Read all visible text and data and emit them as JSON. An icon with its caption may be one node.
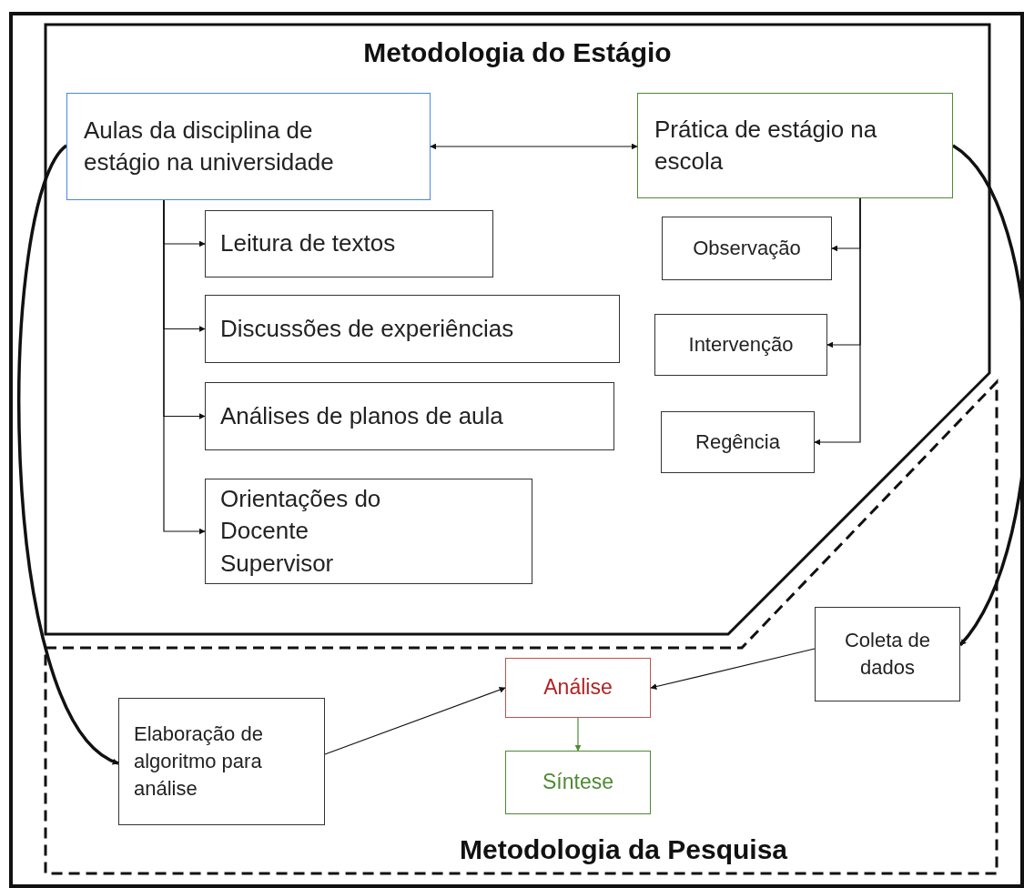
{
  "diagram": {
    "nodes": [
      {
        "text": [
          "Metodologia do Estágio"
        ]
      },
      {
        "text": [
          "Aulas da disciplina de estágio na universidade"
        ],
        "in": 0
      },
      {
        "text": [
          "Prática de estágio na escola"
        ],
        "in": 0
      },
      {
        "text": [
          "Leitura de textos"
        ],
        "in": 0
      },
      {
        "text": [
          "Discussões de experiências"
        ],
        "in": 0
      },
      {
        "text": [
          "Análises de planos de aula"
        ],
        "in": 0
      },
      {
        "text": [
          "Orientações do Docente Supervisor"
        ],
        "in": 0
      },
      {
        "text": [
          "Observação"
        ],
        "in": 0
      },
      {
        "text": [
          "Intervenção"
        ],
        "in": 0
      },
      {
        "text": [
          "Regência"
        ],
        "in": 0
      },
      {
        "text": [
          "Metodologia da Pesquisa"
        ]
      },
      {
        "text": [
          "Coleta de dados"
        ],
        "in": 10
      },
      {
        "text": [
          "Análise"
        ],
        "in": 10
      },
      {
        "text": [
          "Síntese"
        ],
        "in": 10
      },
      {
        "text": [
          "Elaboração de algoritmo para análise"
        ],
        "in": 10
      }
    ],
    "edges": [
      {
        "from": 1,
        "to": 2,
        "arrow": "both"
      },
      {
        "from": 1,
        "to": 3,
        "arrow": "to"
      },
      {
        "from": 1,
        "to": 4,
        "arrow": "to"
      },
      {
        "from": 1,
        "to": 5,
        "arrow": "to"
      },
      {
        "from": 1,
        "to": 6,
        "arrow": "to"
      },
      {
        "from": 2,
        "to": 7,
        "arrow": "to"
      },
      {
        "from": 2,
        "to": 8,
        "arrow": "to"
      },
      {
        "from": 2,
        "to": 9,
        "arrow": "to"
      },
      {
        "from": 1,
        "to": 14,
        "arrow": "to",
        "style": "thick"
      },
      {
        "from": 2,
        "to": 11,
        "arrow": "to",
        "style": "thick"
      },
      {
        "from": 11,
        "to": 12,
        "arrow": "to"
      },
      {
        "from": 14,
        "to": 12,
        "arrow": "to"
      },
      {
        "from": 12,
        "to": 13,
        "arrow": "to",
        "color": "#4e8a32"
      }
    ]
  }
}
